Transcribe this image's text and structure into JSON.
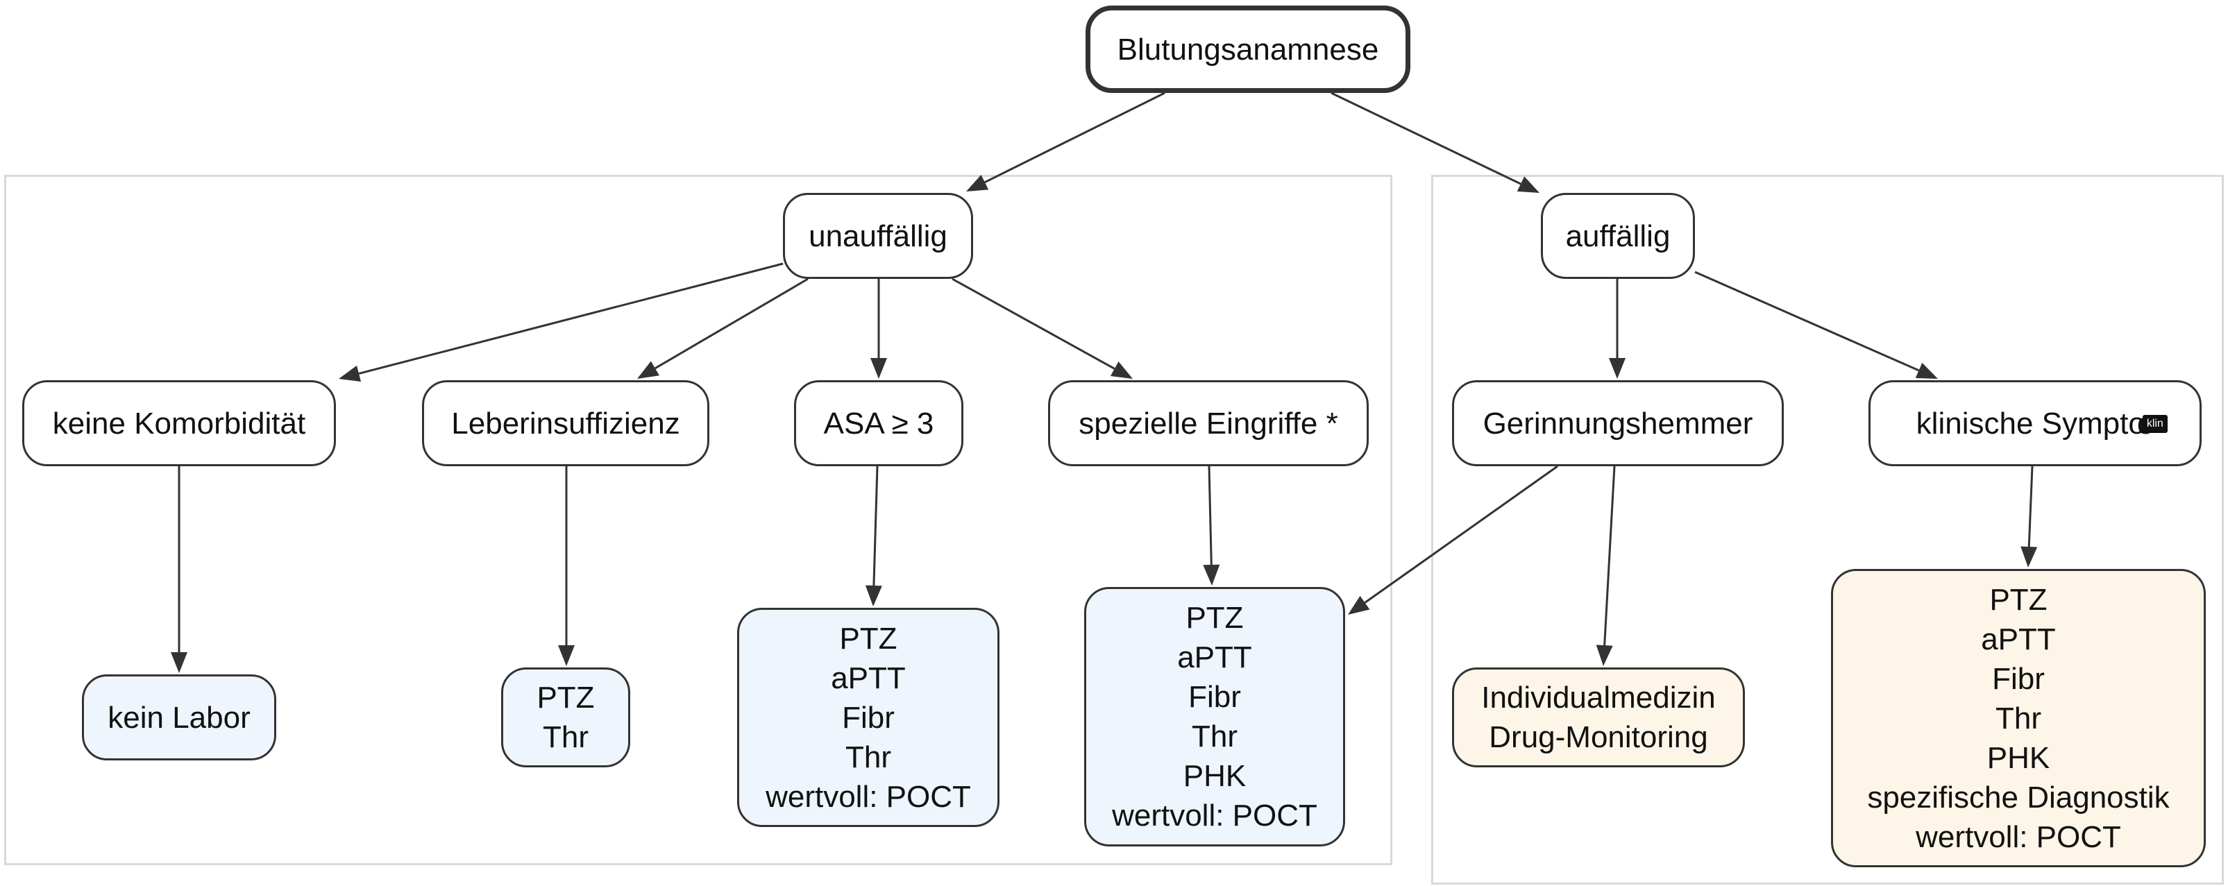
{
  "diagram": {
    "root": "Blutungsanamnese",
    "branches": [
      {
        "label": "unauffällig",
        "children": [
          {
            "label": "keine Komorbidität",
            "result": [
              "kein Labor"
            ]
          },
          {
            "label": "Leberinsuffizienz",
            "result": [
              "PTZ",
              "Thr"
            ]
          },
          {
            "label": "ASA ≥ 3",
            "result": [
              "PTZ",
              "aPTT",
              "Fibr",
              "Thr",
              "wertvoll: POCT"
            ]
          },
          {
            "label": "spezielle Eingriffe *",
            "result": [
              "PTZ",
              "aPTT",
              "Fibr",
              "Thr",
              "PHK",
              "wertvoll: POCT"
            ]
          }
        ]
      },
      {
        "label": "auffällig",
        "children": [
          {
            "label": "Gerinnungshemmer",
            "result": [
              "Individualmedizin",
              "Drug-Monitoring"
            ]
          },
          {
            "label_prefix": "klinische Sympto",
            "label_badge": "klin",
            "label_suffix": "e",
            "result": [
              "PTZ",
              "aPTT",
              "Fibr",
              "Thr",
              "PHK",
              "spezifische Diagnostik",
              "wertvoll: POCT"
            ]
          }
        ]
      }
    ]
  },
  "colors": {
    "stroke": "#333333",
    "group_border": "#d9d9d9",
    "result_blue": "#eef5fd",
    "result_cream": "#fdf5e7"
  }
}
